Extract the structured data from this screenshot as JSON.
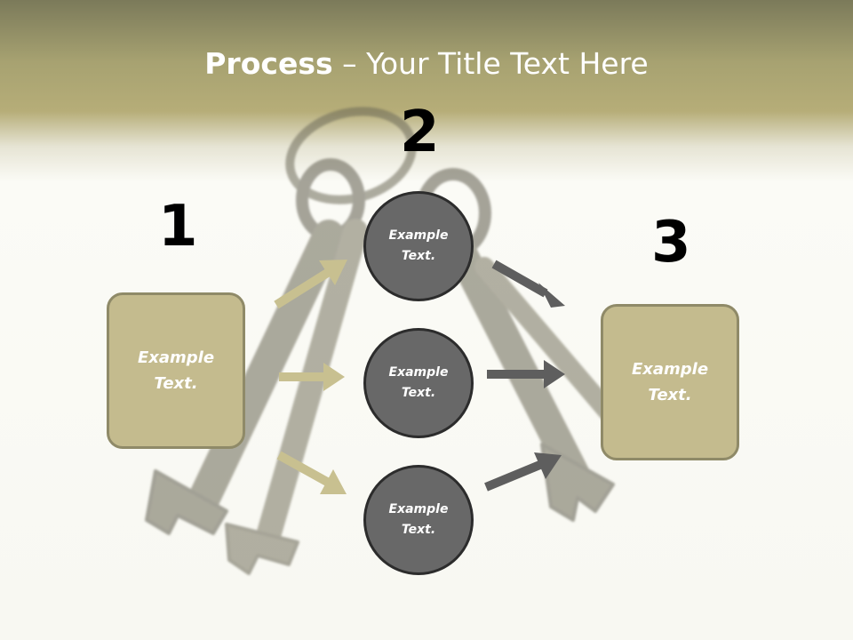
{
  "title": {
    "bold": "Process",
    "rest": " – Your Title Text Here"
  },
  "steps": {
    "one": "1",
    "two": "2",
    "three": "3"
  },
  "nodes": {
    "left_box": "Example Text.",
    "circle_top": "Example Text.",
    "circle_middle": "Example Text.",
    "circle_bottom": "Example Text.",
    "right_box": "Example Text."
  },
  "colors": {
    "box_fill": "#c4bb8e",
    "circle_fill": "#686868",
    "arrow_tan": "#c8c090",
    "arrow_gray": "#5e5e5e"
  }
}
